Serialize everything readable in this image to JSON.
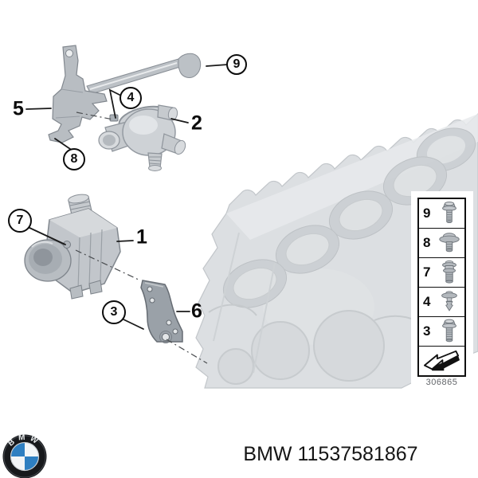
{
  "window": {
    "background": "#ffffff"
  },
  "diagram": {
    "plate_number": "306865",
    "callouts": [
      {
        "label": "9",
        "style": "circled"
      },
      {
        "label": "5",
        "style": "plain"
      },
      {
        "label": "4",
        "style": "circled"
      },
      {
        "label": "2",
        "style": "plain"
      },
      {
        "label": "8",
        "style": "circled"
      },
      {
        "label": "7",
        "style": "circled"
      },
      {
        "label": "1",
        "style": "plain"
      },
      {
        "label": "3",
        "style": "circled"
      },
      {
        "label": "6",
        "style": "plain"
      }
    ],
    "legend": {
      "items": [
        {
          "label": "9",
          "icon": "hex-flange-bolt-icon"
        },
        {
          "label": "8",
          "icon": "washer-head-screw-icon"
        },
        {
          "label": "7",
          "icon": "bolt-with-washer-icon"
        },
        {
          "label": "4",
          "icon": "expansion-rivet-icon"
        },
        {
          "label": "3",
          "icon": "hex-flange-bolt-icon"
        }
      ],
      "footer_icon": "direction-arrow-icon"
    }
  },
  "footer": {
    "title": "BMW 11537581867",
    "logo": {
      "letters": "BMW",
      "blue": "#2e7fc1",
      "ring": "#17191c"
    }
  }
}
